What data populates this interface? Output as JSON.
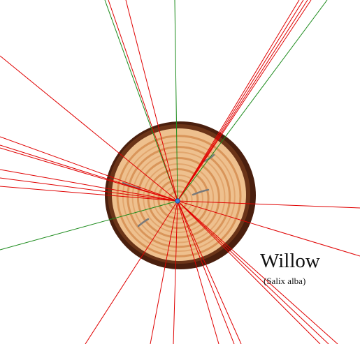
{
  "species": {
    "common_name": "Willow",
    "scientific_name": "(Salix alba)"
  },
  "colors": {
    "background": "#ffffff",
    "bark": "#4a1f0e",
    "bark_highlight": "#6b3418",
    "wood": "#eec08e",
    "ring_light": "#f2c99a",
    "ring_dark": "#d9955a",
    "crack": "#7a7a7a",
    "ray_red": "#e00000",
    "ray_green": "#1a8a1a",
    "center_marker": "#3a7fd9"
  },
  "ray_groups": {
    "red_count": 24,
    "green_count": 4
  }
}
